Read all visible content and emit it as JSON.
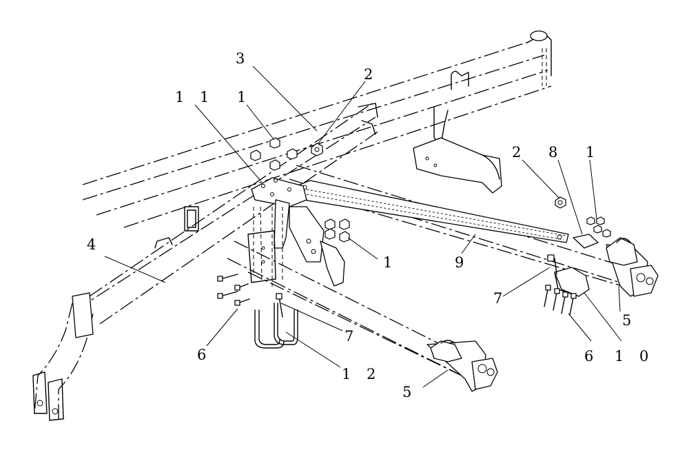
{
  "callouts": [
    {
      "key": "c3",
      "label": "3"
    },
    {
      "key": "c2a",
      "label": "2"
    },
    {
      "key": "c11",
      "label": "1 1"
    },
    {
      "key": "c1a",
      "label": "1"
    },
    {
      "key": "c2b",
      "label": "2"
    },
    {
      "key": "c8",
      "label": "8"
    },
    {
      "key": "c1b",
      "label": "1"
    },
    {
      "key": "c4",
      "label": "4"
    },
    {
      "key": "c1c",
      "label": "1"
    },
    {
      "key": "c9",
      "label": "9"
    },
    {
      "key": "c7a",
      "label": "7"
    },
    {
      "key": "c5a",
      "label": "5"
    },
    {
      "key": "c6a",
      "label": "6"
    },
    {
      "key": "c7b",
      "label": "7"
    },
    {
      "key": "c6b",
      "label": "6"
    },
    {
      "key": "c10",
      "label": "1 0"
    },
    {
      "key": "c12",
      "label": "1 2"
    },
    {
      "key": "c5b",
      "label": "5"
    }
  ]
}
